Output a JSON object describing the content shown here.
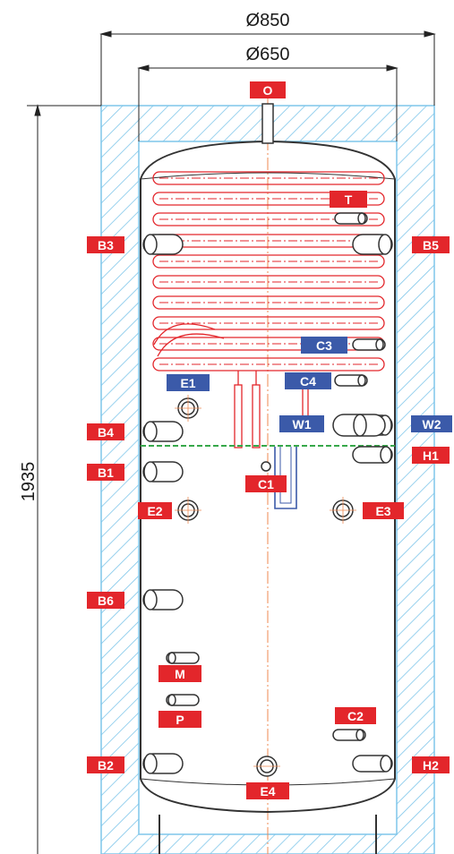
{
  "dimensions": {
    "outer_diameter": "Ø850",
    "inner_diameter": "Ø650",
    "height": "1935"
  },
  "colors": {
    "red_label": "#e3262b",
    "blue_label": "#3b5aa9",
    "insulation": "#7fc6ea",
    "coil": "#e3262b",
    "centerline": "#ef8a52",
    "separator": "#37a84a",
    "outline": "#333333"
  },
  "labels": {
    "O": "O",
    "T": "T",
    "B3": "B3",
    "B5": "B5",
    "C3": "C3",
    "E1": "E1",
    "C4": "C4",
    "W1": "W1",
    "W2": "W2",
    "B4": "B4",
    "H1": "H1",
    "B1": "B1",
    "C1": "C1",
    "E2": "E2",
    "E3": "E3",
    "B6": "B6",
    "M": "M",
    "P": "P",
    "C2": "C2",
    "B2": "B2",
    "H2": "H2",
    "E4": "E4"
  }
}
